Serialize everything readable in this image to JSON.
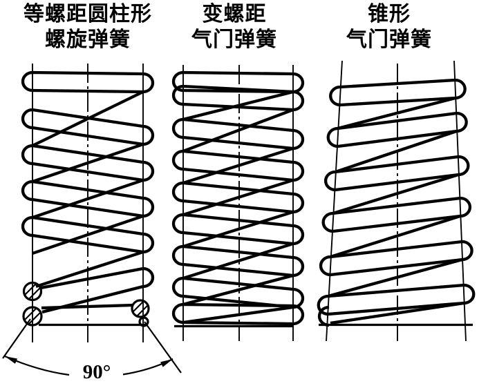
{
  "labels": [
    {
      "line1": "等螺距圆柱形",
      "line2": "螺旋弹簧"
    },
    {
      "line1": "变螺距",
      "line2": "气门弹簧"
    },
    {
      "line1": "锥形",
      "line2": "气门弹簧"
    }
  ],
  "annotation": {
    "angle_label": "90°"
  },
  "colors": {
    "ink": "#000000",
    "background": "#ffffff"
  }
}
